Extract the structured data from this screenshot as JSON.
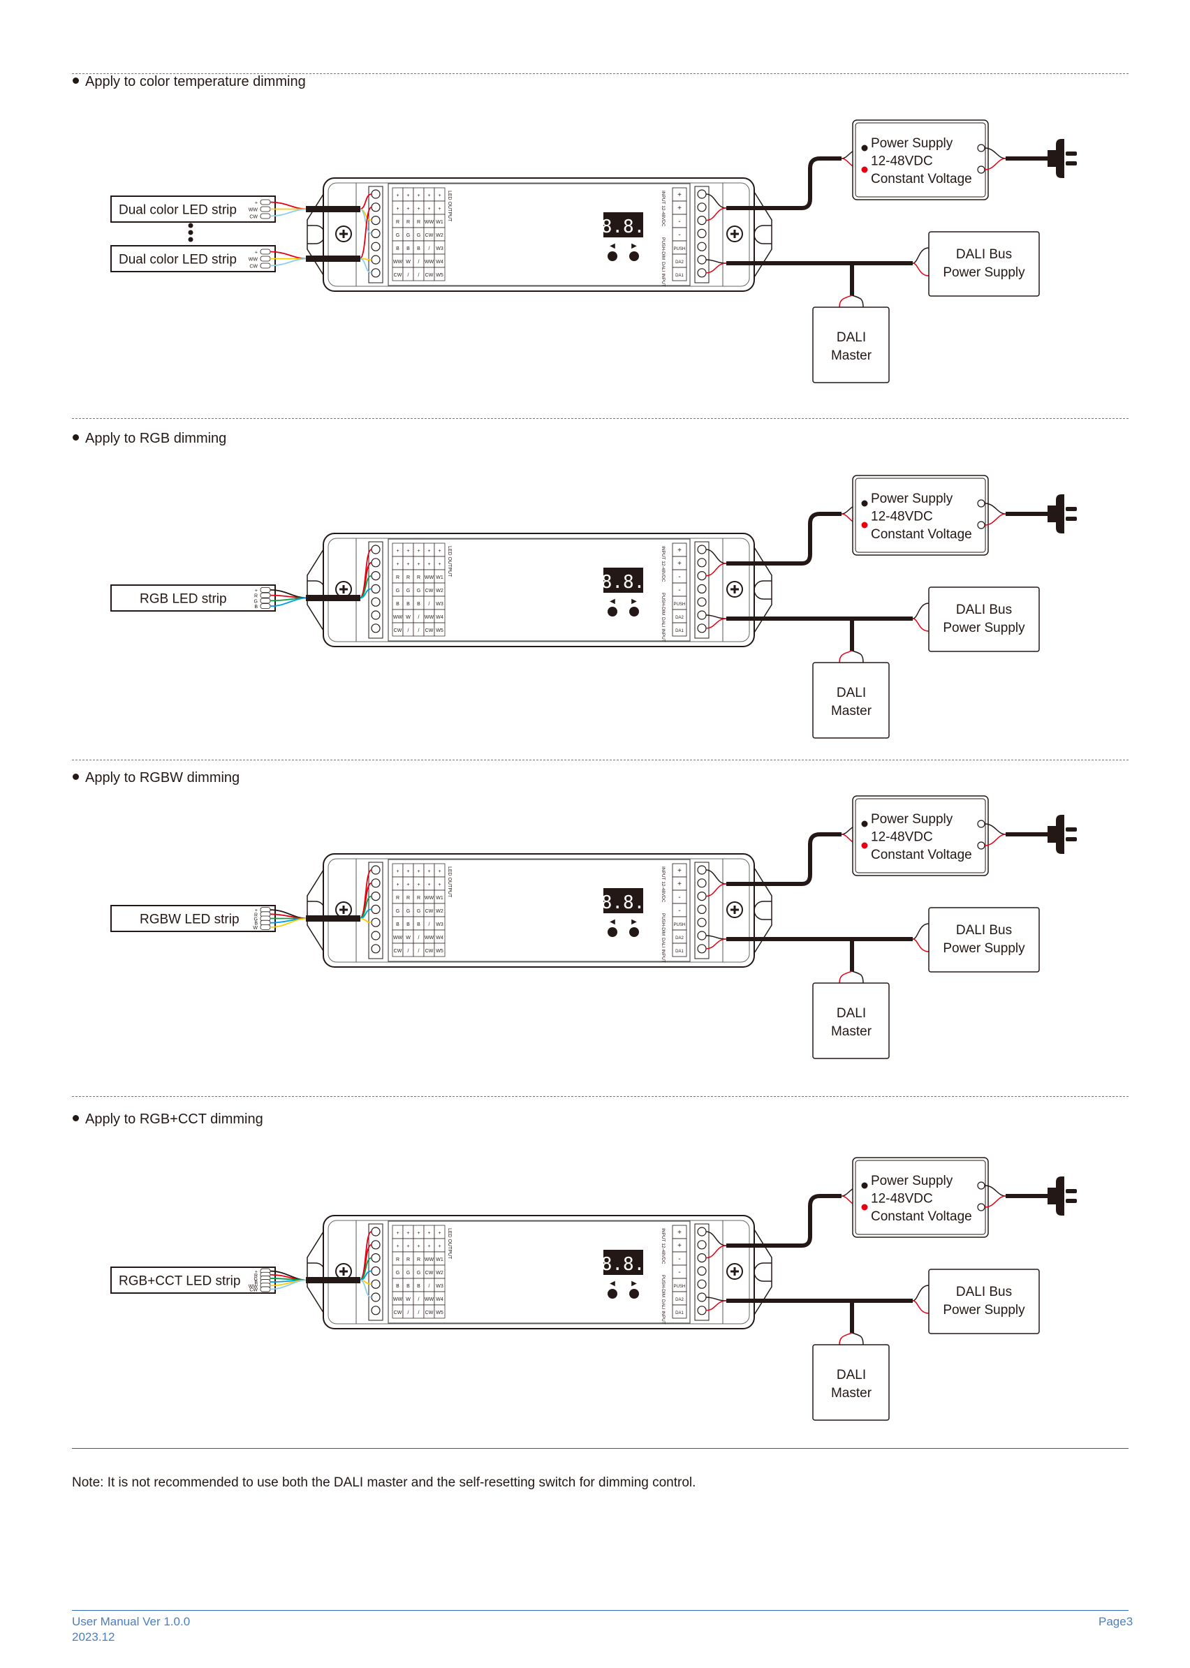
{
  "sections": [
    {
      "heading": "Apply to color temperature dimming",
      "strips": [
        {
          "label": "Dual color LED strip",
          "pins": [
            "+",
            "WW",
            "CW"
          ],
          "wires": [
            "#e50012",
            "#ffcc00",
            "#8ccff0"
          ],
          "terminals": [
            0,
            2,
            3
          ]
        },
        {
          "label": "Dual color LED strip",
          "pins": [
            "+",
            "WW",
            "CW"
          ],
          "wires": [
            "#e50012",
            "#ffcc00",
            "#8ccff0"
          ],
          "terminals": [
            1,
            5,
            6
          ]
        }
      ]
    },
    {
      "heading": "Apply to RGB dimming",
      "strips": [
        {
          "label": "RGB LED strip",
          "pins": [
            "+",
            "R",
            "G",
            "B"
          ],
          "wires": [
            "#231815",
            "#e50012",
            "#00a040",
            "#00a0e9"
          ],
          "terminals": [
            0,
            1,
            2,
            3
          ]
        }
      ]
    },
    {
      "heading": "Apply to RGBW dimming",
      "strips": [
        {
          "label": "RGBW LED strip",
          "pins": [
            "+",
            "R",
            "G",
            "B",
            "W"
          ],
          "wires": [
            "#231815",
            "#e50012",
            "#00a040",
            "#00a0e9",
            "#ffcc00"
          ],
          "terminals": [
            0,
            1,
            2,
            3,
            4
          ]
        }
      ]
    },
    {
      "heading": "Apply to RGB+CCT dimming",
      "strips": [
        {
          "label": "RGB+CCT LED strip",
          "pins": [
            "+",
            "R",
            "G",
            "B",
            "WW",
            "CW"
          ],
          "wires": [
            "#231815",
            "#e50012",
            "#00a040",
            "#00a0e9",
            "#ffcc00",
            "#8ccff0"
          ],
          "terminals": [
            0,
            1,
            2,
            3,
            4,
            5
          ]
        }
      ]
    }
  ],
  "power_supply": {
    "line1": "Power Supply",
    "line2": "12-48VDC",
    "line3": "Constant Voltage"
  },
  "dali_bus": {
    "line1": "DALI Bus",
    "line2": "Power Supply"
  },
  "dali_master": {
    "line1": "DALI",
    "line2": "Master"
  },
  "controller": {
    "display": "8.8.",
    "led_output_label": "LED OUTPUT",
    "led_output_table": [
      [
        "+",
        "+",
        "+",
        "+",
        "+"
      ],
      [
        "+",
        "+",
        "+",
        "+",
        "+"
      ],
      [
        "R",
        "R",
        "R",
        "WW",
        "W1"
      ],
      [
        "G",
        "G",
        "G",
        "CW",
        "W2"
      ],
      [
        "B",
        "B",
        "B",
        "/",
        "W3"
      ],
      [
        "WW",
        "W",
        "/",
        "WW",
        "W4"
      ],
      [
        "CW",
        "/",
        "/",
        "CW",
        "W5"
      ]
    ],
    "input_terminals": [
      "+",
      "+",
      "-",
      "-",
      "PUSH",
      "DA2",
      "DA1"
    ],
    "input_label": "INPUT 12-48VDC",
    "push_label": "PUSH-DIM",
    "dali_label": "DALI INPUT"
  },
  "colors": {
    "red": "#e50012",
    "black": "#231815",
    "footer": "#4a7fc4"
  },
  "note": "Note: It is not recommended to use both the DALI master and the self-resetting switch for dimming control.",
  "footer": {
    "manual": "User Manual Ver 1.0.0",
    "date": "2023.12",
    "page": "Page3"
  }
}
